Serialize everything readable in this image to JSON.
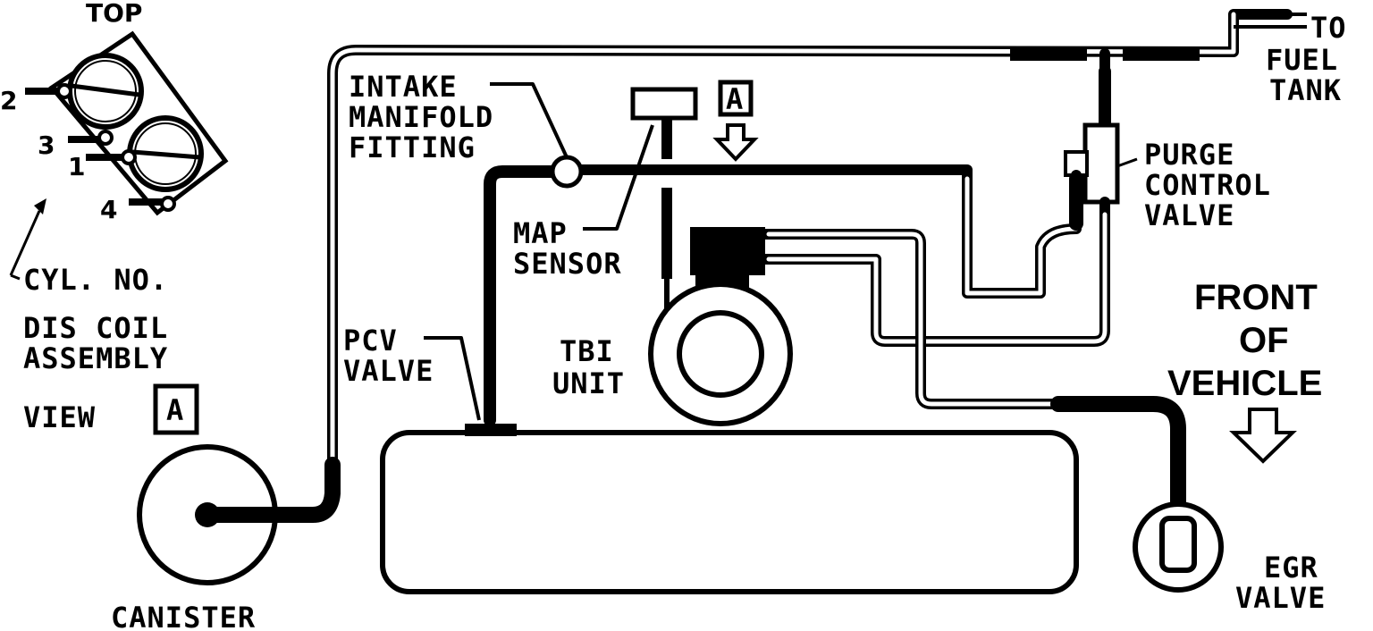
{
  "labels": {
    "top": "TOP",
    "cyl_2": "2",
    "cyl_3": "3",
    "cyl_1": "1",
    "cyl_4": "4",
    "cyl_no": "CYL. NO.",
    "dis_coil_1": "DIS COIL",
    "dis_coil_2": "ASSEMBLY",
    "view": "VIEW",
    "view_box": "A",
    "intake_1": "INTAKE",
    "intake_2": "MANIFOLD",
    "intake_3": "FITTING",
    "map_1": "MAP",
    "map_2": "SENSOR",
    "a_box": "A",
    "pcv_1": "PCV",
    "pcv_2": "VALVE",
    "tbi_1": "TBI",
    "tbi_2": "UNIT",
    "canister": "CANISTER",
    "to_fuel_1": "TO",
    "to_fuel_2": "FUEL",
    "to_fuel_3": "TANK",
    "purge_1": "PURGE",
    "purge_2": "CONTROL",
    "purge_3": "VALVE",
    "front_1": "FRONT",
    "front_2": "OF",
    "front_3": "VEHICLE",
    "egr_1": "EGR",
    "egr_2": "VALVE"
  }
}
